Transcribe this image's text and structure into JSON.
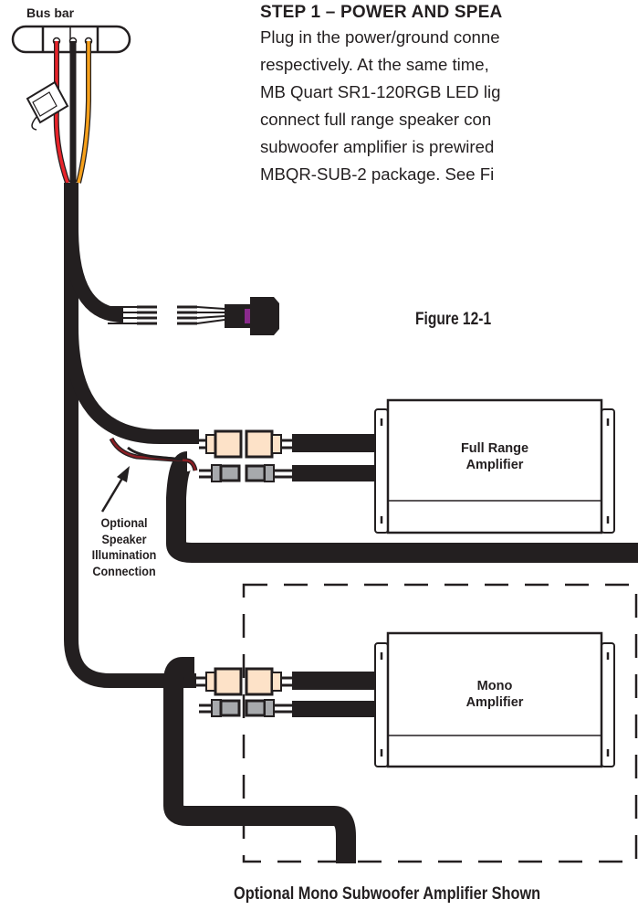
{
  "step": {
    "heading": "STEP 1 – POWER AND SPEA",
    "lines": [
      "Plug in the power/ground conne",
      "respectively. At the same time, ",
      "MB Quart SR1-120RGB LED lig",
      "connect full range speaker con",
      "subwoofer amplifier is prewired",
      "MBQR-SUB-2 package. See Fi"
    ]
  },
  "diagram": {
    "bus_bar_label": "Bus bar",
    "figure_label": "Figure 12-1",
    "full_range_amp": [
      "Full Range",
      "Amplifier"
    ],
    "mono_amp": [
      "Mono",
      "Amplifier"
    ],
    "optional_illumination": [
      "Optional",
      "Speaker",
      "Illumination",
      "Connection"
    ],
    "caption": "Optional Mono Subwoofer Amplifier Shown"
  },
  "colors": {
    "ink": "#231f20",
    "red_wire": "#e8232a",
    "orange_wire": "#f6a01a",
    "connector_peach": "#fde2c8",
    "connector_gray": "#a7a9ac",
    "dark_red": "#8b1e24",
    "purple": "#8a2a8c"
  }
}
